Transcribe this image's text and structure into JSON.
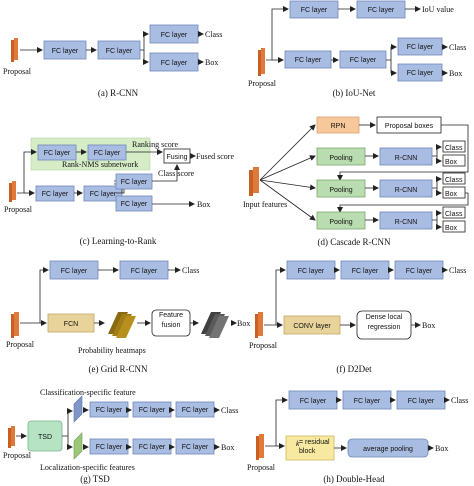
{
  "panels": {
    "a": {
      "caption": "(a) R-CNN",
      "proposal": "Proposal",
      "fc1": "FC layer",
      "fc2": "FC layer",
      "fc3": "FC layer",
      "fc4": "FC layer",
      "class": "Class",
      "box": "Box"
    },
    "b": {
      "caption": "(b) IoU-Net",
      "proposal": "Proposal",
      "fc1": "FC layer",
      "fc2": "FC layer",
      "fc3": "FC layer",
      "fc4": "FC layer",
      "fc5": "FC layer",
      "fc6": "FC layer",
      "iou": "IoU value",
      "class": "Class",
      "box": "Box"
    },
    "c": {
      "caption": "(c) Learning-to-Rank",
      "proposal": "Proposal",
      "fc_sub1": "FC layer",
      "fc_sub2": "FC layer",
      "ranking_score": "Ranking score",
      "subnet": "Rank-NMS subnetwork",
      "fusing": "Fusing",
      "fused_score": "Fused score",
      "fc1": "FC layer",
      "fc2": "FC layer",
      "fc3": "FC layer",
      "fc4": "FC layer",
      "class_score": "Class score",
      "box": "Box"
    },
    "d": {
      "caption": "(d) Cascade R-CNN",
      "rpn": "RPN",
      "proposal_boxes": "Proposal boxes",
      "pooling": "Pooling",
      "rcnn": "R-CNN",
      "class": "Class",
      "box": "Box",
      "input": "Input features"
    },
    "e": {
      "caption": "(e) Grid R-CNN",
      "proposal": "Proposal",
      "fc1": "FC layer",
      "fc2": "FC layer",
      "class": "Class",
      "fcn": "FCN",
      "fusion": "Feature fusion",
      "box": "Box",
      "heatmaps": "Probability heatmaps"
    },
    "f": {
      "caption": "(f) D2Det",
      "proposal": "Proposal",
      "fc1": "FC layer",
      "fc2": "FC layer",
      "fc3": "FC layer",
      "class": "Class",
      "conv": "CONV layer",
      "dense": "Dense local regression",
      "box": "Box"
    },
    "g": {
      "caption": "(g) TSD",
      "proposal": "Proposal",
      "tsd": "TSD",
      "cls_feat": "Classification-specific feature",
      "loc_feat": "Localization-specific features",
      "fc": "FC layer",
      "class": "Class",
      "box": "Box"
    },
    "h": {
      "caption": "(h) Double-Head",
      "proposal": "Proposal",
      "fc1": "FC layer",
      "fc2": "FC layer",
      "fc3": "FC layer",
      "class": "Class",
      "resblock_k": "k",
      "resblock": "= residual block",
      "avgpool": "average pooling",
      "box": "Box"
    }
  }
}
